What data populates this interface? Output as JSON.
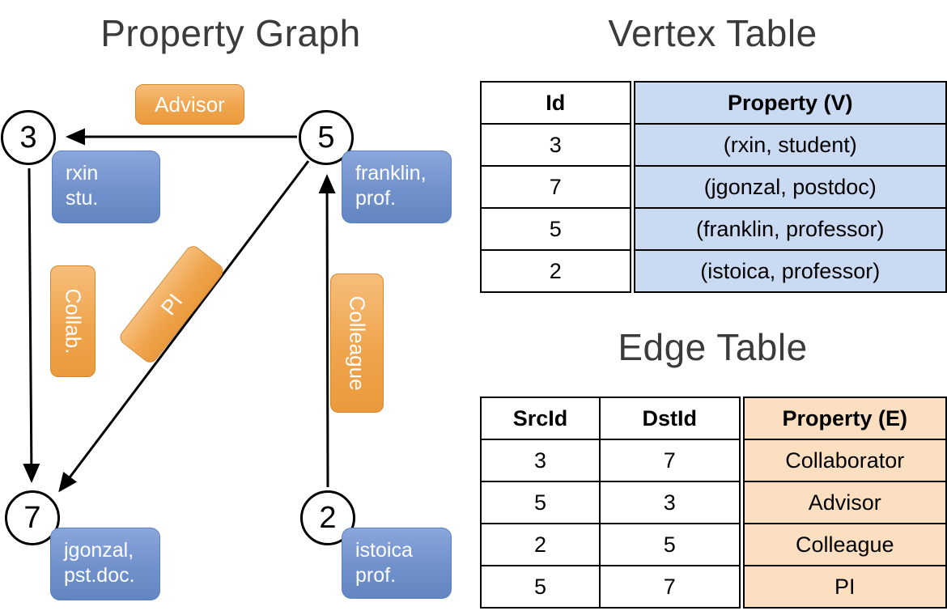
{
  "titles": {
    "property_graph": "Property Graph",
    "vertex_table": "Vertex Table",
    "edge_table": "Edge Table"
  },
  "graph": {
    "nodes": [
      {
        "id": "3",
        "property": "rxin\nstu."
      },
      {
        "id": "5",
        "property": "franklin,\nprof."
      },
      {
        "id": "7",
        "property": "jgonzal,\npst.doc."
      },
      {
        "id": "2",
        "property": "istoica\nprof."
      }
    ],
    "edges": [
      {
        "src": "5",
        "dst": "3",
        "label": "Advisor"
      },
      {
        "src": "3",
        "dst": "7",
        "label": "Collab."
      },
      {
        "src": "5",
        "dst": "7",
        "label": "PI"
      },
      {
        "src": "2",
        "dst": "5",
        "label": "Colleague"
      }
    ]
  },
  "vertex_table": {
    "headers": [
      "Id",
      "Property (V)"
    ],
    "rows": [
      [
        "3",
        "(rxin, student)"
      ],
      [
        "7",
        "(jgonzal, postdoc)"
      ],
      [
        "5",
        "(franklin, professor)"
      ],
      [
        "2",
        "(istoica, professor)"
      ]
    ]
  },
  "edge_table": {
    "headers": [
      "SrcId",
      "DstId",
      "Property (E)"
    ],
    "rows": [
      [
        "3",
        "7",
        "Collaborator"
      ],
      [
        "5",
        "3",
        "Advisor"
      ],
      [
        "2",
        "5",
        "Colleague"
      ],
      [
        "5",
        "7",
        "PI"
      ]
    ]
  },
  "colors": {
    "edge_label_orange": "#EFA54D",
    "vertex_label_blue": "#7191CB",
    "vertex_table_fill": "#C9DAF2",
    "edge_table_fill": "#FBDFC0",
    "title_text": "#3B3B3B"
  }
}
